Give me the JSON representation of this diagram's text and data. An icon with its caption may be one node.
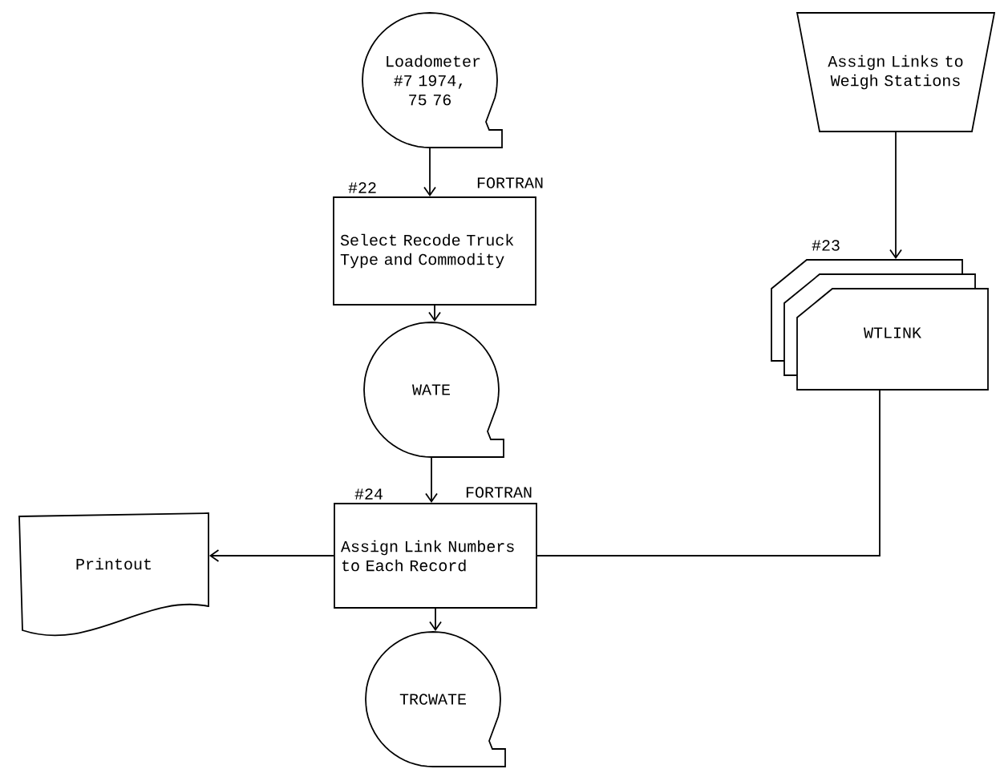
{
  "diagram": {
    "nodes": [
      {
        "text": [
          "Loadometer #7 1974, 75 76"
        ]
      },
      {
        "text": [
          "Select Recode Truck Type and Commodity"
        ],
        "beside": [
          "#22"
        ]
      },
      {
        "text": [
          "WATE"
        ]
      },
      {
        "text": [
          "Assign Links to Weigh Stations"
        ]
      },
      {
        "text": [
          "WTLINK"
        ],
        "beside": [
          "#23"
        ]
      },
      {
        "text": [
          "Assign Link Numbers to Each Record"
        ],
        "beside": [
          "#24"
        ]
      },
      {
        "text": [
          "Printout"
        ]
      },
      {
        "text": [
          "TRCWATE"
        ]
      }
    ],
    "edges": [
      {
        "from": 0,
        "to": 1,
        "arrow": "to",
        "label": "FORTRAN"
      },
      {
        "from": 1,
        "to": 2,
        "arrow": "to"
      },
      {
        "from": 2,
        "to": 5,
        "arrow": "to",
        "label": "FORTRAN"
      },
      {
        "from": 3,
        "to": 4,
        "arrow": "to"
      },
      {
        "from": 4,
        "to": 5,
        "arrow": "none"
      },
      {
        "from": 5,
        "to": 6,
        "arrow": "to"
      },
      {
        "from": 5,
        "to": 7,
        "arrow": "to"
      }
    ]
  }
}
